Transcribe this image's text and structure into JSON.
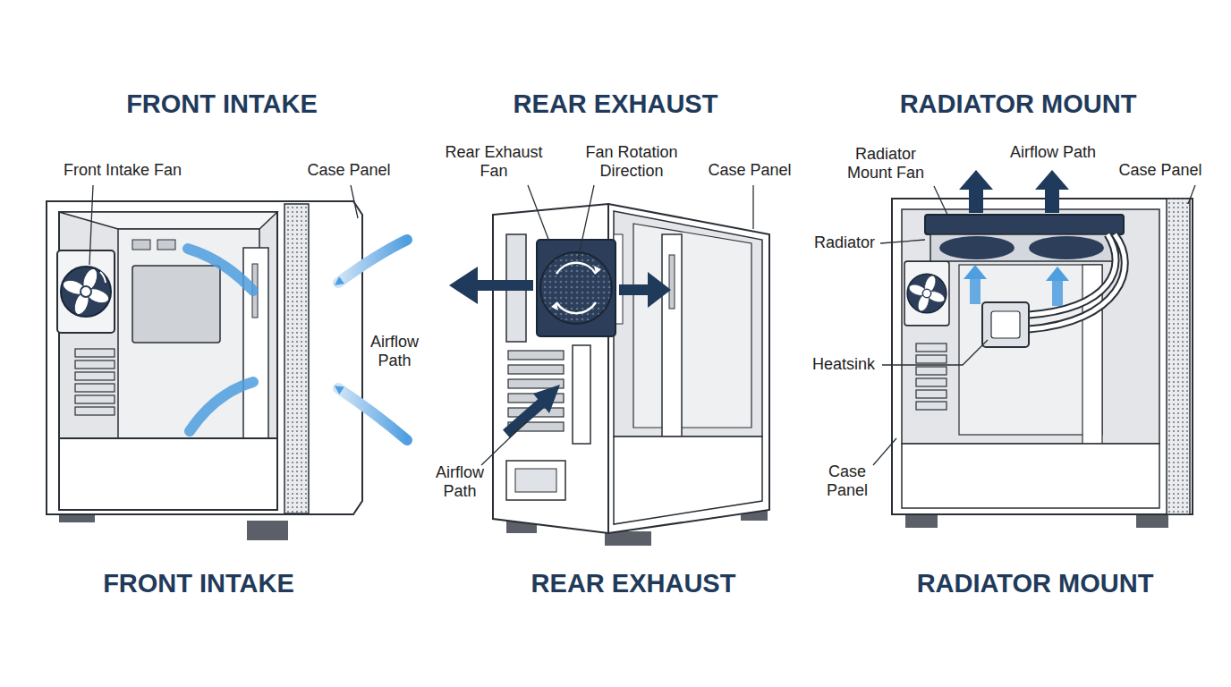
{
  "diagram": {
    "labels": [
      "FRONT INTAKE",
      "REAR EXHAUST",
      "RADIATOR MOUNT",
      "Front Intake Fan",
      "Case Panel",
      "Airflow Path",
      "Rear Exhaust Fan",
      "Fan Rotation Direction",
      "Case Panel",
      "Airflow Path",
      "Radiator Mount Fan",
      "Airflow Path",
      "Case Panel",
      "Radiator",
      "Heatsink",
      "Case Panel",
      "FRONT INTAKE",
      "REAR EXHAUST",
      "RADIATOR MOUNT"
    ]
  }
}
